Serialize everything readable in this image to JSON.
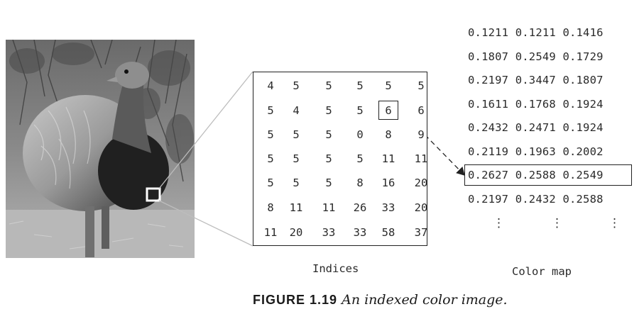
{
  "figure": {
    "indices_label": "Indices",
    "colormap_label": "Color map",
    "caption_label": "FIGURE 1.19",
    "caption_text": "An indexed color image."
  },
  "indices": [
    [
      "4",
      "5",
      "5",
      "5",
      "5",
      "5"
    ],
    [
      "5",
      "4",
      "5",
      "5",
      "6",
      "6"
    ],
    [
      "5",
      "5",
      "5",
      "0",
      "8",
      "9"
    ],
    [
      "5",
      "5",
      "5",
      "5",
      "11",
      "11"
    ],
    [
      "5",
      "5",
      "5",
      "8",
      "16",
      "20"
    ],
    [
      "8",
      "11",
      "11",
      "26",
      "33",
      "20"
    ],
    [
      "11",
      "20",
      "33",
      "33",
      "58",
      "37"
    ]
  ],
  "highlighted_index": {
    "row": 1,
    "col": 4,
    "value": "6"
  },
  "color_map": [
    "0.1211 0.1211 0.1416",
    "0.1807 0.2549 0.1729",
    "0.2197 0.3447 0.1807",
    "0.1611 0.1768 0.1924",
    "0.2432 0.2471 0.1924",
    "0.2119 0.1963 0.2002",
    "0.2627 0.2588 0.2549",
    "0.2197 0.2432 0.2588"
  ],
  "highlighted_colormap_row": 6,
  "continuation": [
    "⋮",
    "⋮",
    "⋮"
  ],
  "colors": {
    "ink": "#2a2a2a",
    "frame": "#222222"
  }
}
